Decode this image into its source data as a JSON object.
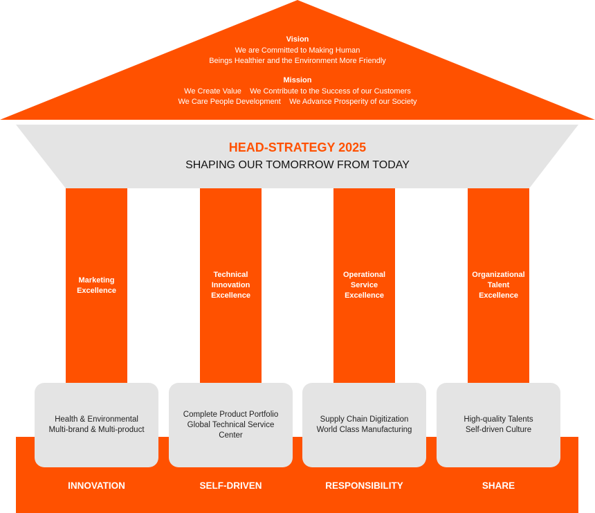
{
  "colors": {
    "accent": "#FF5100",
    "gray": "#E4E4E4"
  },
  "roof": {
    "vision_title": "Vision",
    "vision_lines": [
      "We are Committed to Making Human",
      "Beings Healthier and the Environment More Friendly"
    ],
    "mission_title": "Mission",
    "mission_lines": [
      "We Create Value    We Contribute to the Success of our Customers",
      "We Care People Development    We Advance Prosperity of our Society"
    ]
  },
  "banner": {
    "title": "HEAD-STRATEGY 2025",
    "subtitle": "SHAPING OUR TOMORROW FROM TODAY"
  },
  "pillars": [
    {
      "label": "Marketing\nExcellence",
      "box": "Health & Environmental\nMulti-brand & Multi-product",
      "value": "INNOVATION"
    },
    {
      "label": "Technical\nInnovation\nExcellence",
      "box": "Complete Product Portfolio\nGlobal Technical Service\nCenter",
      "value": "SELF-DRIVEN"
    },
    {
      "label": "Operational\nService\nExcellence",
      "box": "Supply Chain Digitization\nWorld Class Manufacturing",
      "value": "RESPONSIBILITY"
    },
    {
      "label": "Organizational\nTalent\nExcellence",
      "box": "High-quality Talents\nSelf-driven Culture",
      "value": "SHARE"
    }
  ]
}
